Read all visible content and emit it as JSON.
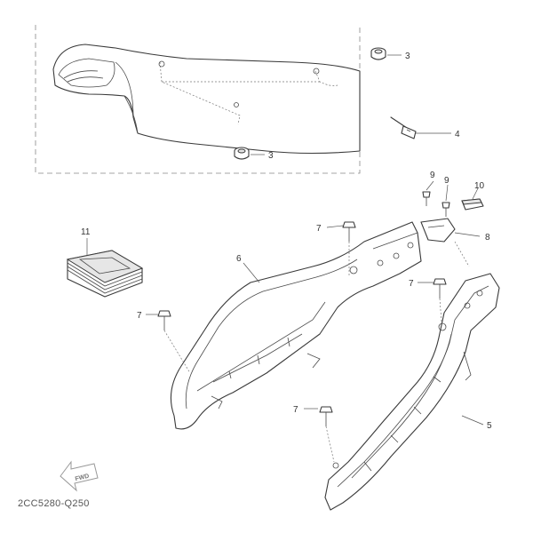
{
  "diagram": {
    "code": "2CC5280-Q250",
    "fwd_label": "FWD",
    "callouts": [
      {
        "id": "c3a",
        "text": "3"
      },
      {
        "id": "c4",
        "text": "4"
      },
      {
        "id": "c3b",
        "text": "3"
      },
      {
        "id": "c9a",
        "text": "9"
      },
      {
        "id": "c9b",
        "text": "9"
      },
      {
        "id": "c10",
        "text": "10"
      },
      {
        "id": "c11",
        "text": "11"
      },
      {
        "id": "c7a",
        "text": "7"
      },
      {
        "id": "c8",
        "text": "8"
      },
      {
        "id": "c6",
        "text": "6"
      },
      {
        "id": "c7b",
        "text": "7"
      },
      {
        "id": "c7c",
        "text": "7"
      },
      {
        "id": "c7d",
        "text": "7"
      },
      {
        "id": "c5",
        "text": "5"
      }
    ]
  }
}
